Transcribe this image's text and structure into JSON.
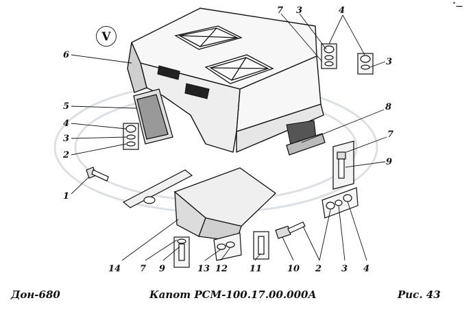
{
  "figure": {
    "view_marker": "V",
    "corner_mark": "˚—",
    "callouts": [
      {
        "id": "c6",
        "text": "6"
      },
      {
        "id": "c5",
        "text": "5"
      },
      {
        "id": "c4a",
        "text": "4"
      },
      {
        "id": "c3a",
        "text": "3"
      },
      {
        "id": "c2a",
        "text": "2"
      },
      {
        "id": "c1",
        "text": "1"
      },
      {
        "id": "c7top",
        "text": "7"
      },
      {
        "id": "c3top",
        "text": "3"
      },
      {
        "id": "c4top",
        "text": "4"
      },
      {
        "id": "c3right",
        "text": "3"
      },
      {
        "id": "c8",
        "text": "8"
      },
      {
        "id": "c7right",
        "text": "7"
      },
      {
        "id": "c9right",
        "text": "9"
      },
      {
        "id": "c14",
        "text": "14"
      },
      {
        "id": "c7bottom",
        "text": "7"
      },
      {
        "id": "c9bottom",
        "text": "9"
      },
      {
        "id": "c13",
        "text": "13"
      },
      {
        "id": "c12",
        "text": "12"
      },
      {
        "id": "c11",
        "text": "11"
      },
      {
        "id": "c10",
        "text": "10"
      },
      {
        "id": "c2bottom",
        "text": "2"
      },
      {
        "id": "c3bottom",
        "text": "3"
      },
      {
        "id": "c4bottom",
        "text": "4"
      }
    ]
  },
  "footer": {
    "left": "Дон-680",
    "center": "Капот РСМ-100.17.00.000А",
    "right": "Рис.  43"
  }
}
